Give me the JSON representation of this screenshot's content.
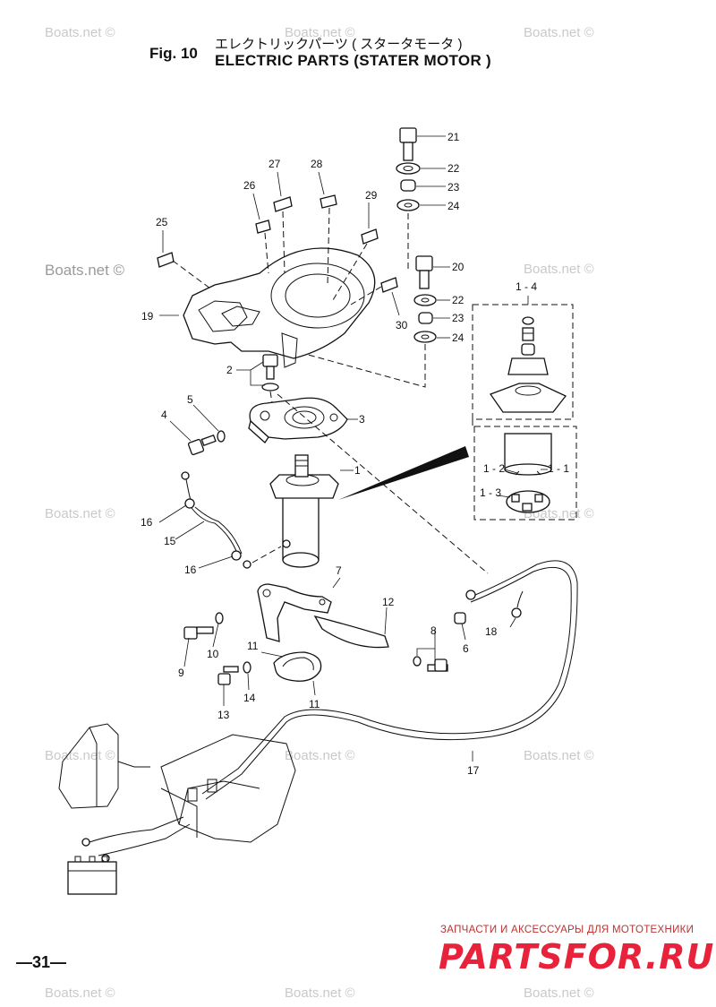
{
  "header": {
    "fig_number": "Fig. 10",
    "title_jp": "エレクトリックパーツ ( スタータモータ )",
    "title_en": "ELECTRIC PARTS (STATER MOTOR )"
  },
  "footer": {
    "page_number": "—31—",
    "shop_tagline": "ЗАПЧАСТИ И АКСЕССУАРЫ ДЛЯ МОТОТЕХНИКИ",
    "shop_logo": "PARTSFOR.RU"
  },
  "watermark_text": "Boats.net ©",
  "part_labels": {
    "p1": "1",
    "p2": "2",
    "p3": "3",
    "p4": "4",
    "p5": "5",
    "p6": "6",
    "p7": "7",
    "p8": "8",
    "p9": "9",
    "p10": "10",
    "p11a": "11",
    "p11b": "11",
    "p12": "12",
    "p13": "13",
    "p14": "14",
    "p15": "15",
    "p16a": "16",
    "p16b": "16",
    "p17": "17",
    "p18": "18",
    "p19": "19",
    "p20": "20",
    "p21": "21",
    "p22a": "22",
    "p22b": "22",
    "p23a": "23",
    "p23b": "23",
    "p24a": "24",
    "p24b": "24",
    "p25": "25",
    "p26": "26",
    "p27": "27",
    "p28": "28",
    "p29": "29",
    "p30": "30",
    "p1_1": "1 - 1",
    "p1_2": "1 - 2",
    "p1_3": "1 - 3",
    "p1_4": "1 - 4"
  },
  "colors": {
    "line": "#111111",
    "watermark": "#c9c9c9",
    "logo": "#e8223a"
  }
}
